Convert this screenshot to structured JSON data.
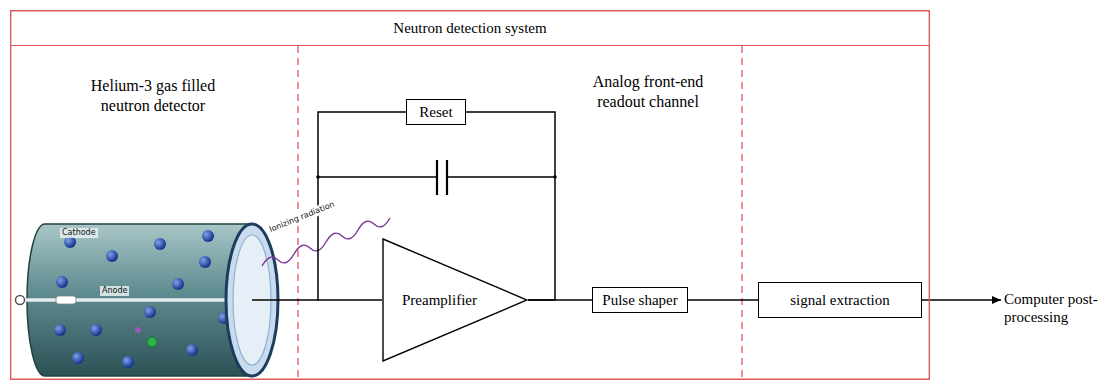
{
  "diagram": {
    "nodes": [
      {
        "text": [
          "Neutron detection system"
        ]
      },
      {
        "text": [
          "Helium-3 gas filled neutron detector"
        ],
        "in": 0
      },
      {
        "text": [
          "Analog front-end readout channel"
        ],
        "in": 0
      },
      {
        "text": [
          "Reset"
        ],
        "in": 2
      },
      {
        "text": [
          "Preamplifier"
        ],
        "in": 2
      },
      {
        "text": [
          "Pulse shaper"
        ],
        "in": 2
      },
      {
        "text": [
          "signal extraction"
        ],
        "in": 0
      },
      {
        "text": [
          "Computer post-processing"
        ]
      }
    ],
    "edges": [
      {
        "from": 3,
        "to": 4,
        "arrow": "none"
      },
      {
        "from": 4,
        "to": 3,
        "arrow": "none"
      },
      {
        "from": 4,
        "to": 5,
        "arrow": "none"
      },
      {
        "from": 5,
        "to": 6,
        "arrow": "none"
      },
      {
        "from": 6,
        "to": 7,
        "arrow": "to"
      }
    ],
    "labels": [
      "Cathode",
      "Anode",
      "Ionizing radiation"
    ]
  }
}
